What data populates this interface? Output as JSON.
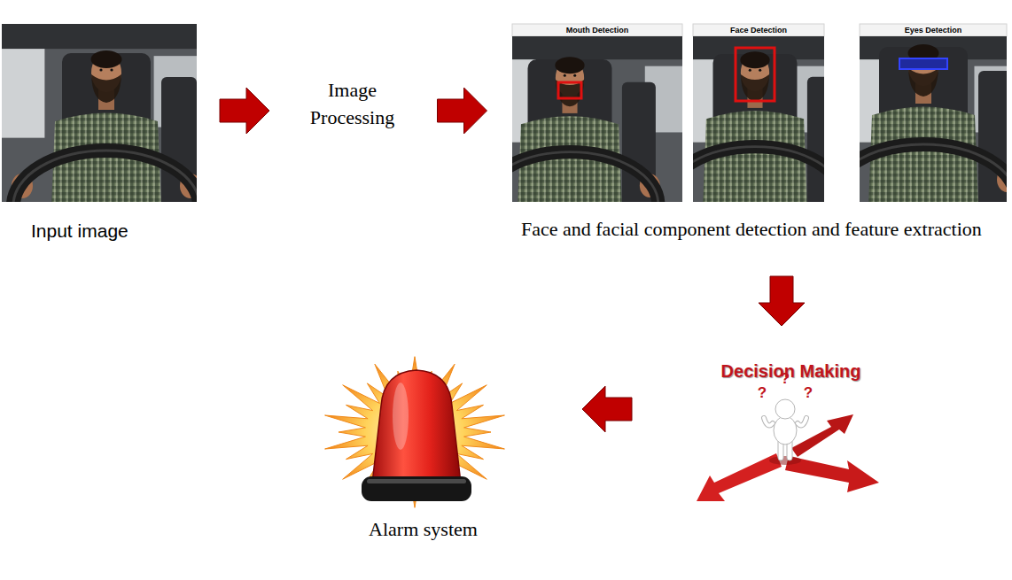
{
  "diagram": {
    "nodes": [
      {
        "text": [
          "Input image"
        ]
      },
      {
        "text": [
          "Image Processing"
        ]
      },
      {
        "text": [
          "Face and facial component detection and feature extraction"
        ]
      },
      {
        "text": [
          "Mouth Detection"
        ],
        "in": 2
      },
      {
        "text": [
          "Face Detection"
        ],
        "in": 2
      },
      {
        "text": [
          "Eyes Detection"
        ],
        "in": 2
      },
      {
        "text": [
          "Decision Making"
        ]
      },
      {
        "text": [
          "Alarm system"
        ]
      }
    ],
    "edges": [
      {
        "from": 0,
        "to": 1,
        "arrow": "to"
      },
      {
        "from": 1,
        "to": 2,
        "arrow": "to"
      },
      {
        "from": 2,
        "to": 6,
        "arrow": "to"
      },
      {
        "from": 6,
        "to": 7,
        "arrow": "to"
      }
    ],
    "labels": [
      "?",
      "?",
      "?"
    ]
  }
}
